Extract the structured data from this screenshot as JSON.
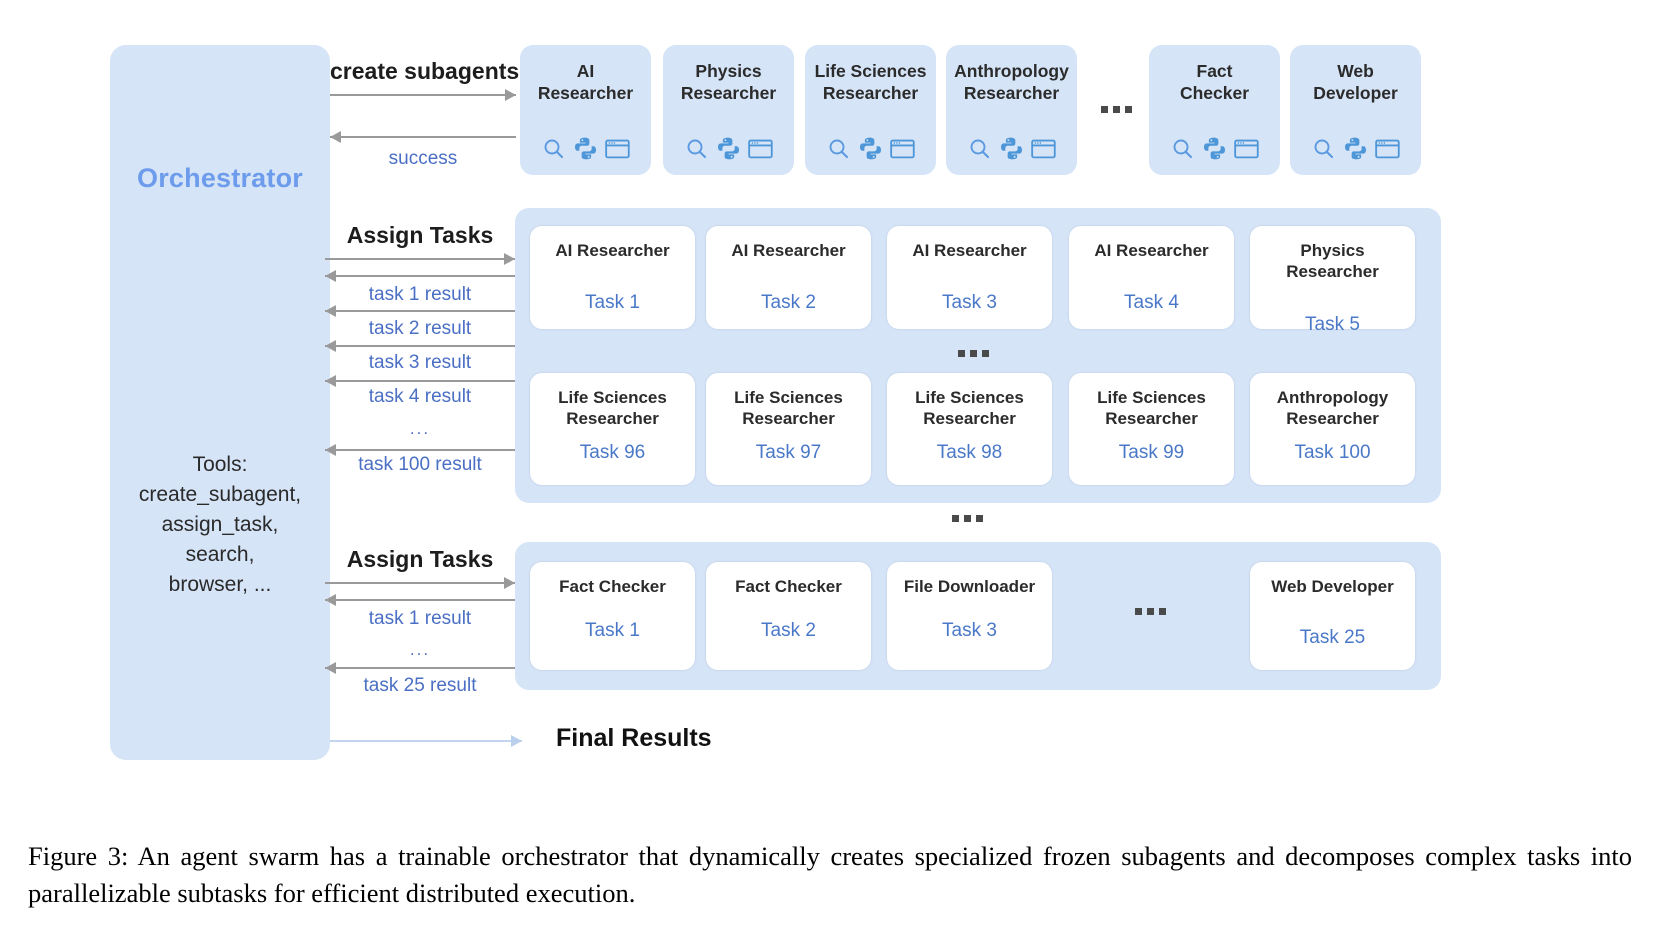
{
  "figure": {
    "caption": "Figure 3: An agent swarm has a trainable orchestrator that dynamically creates specialized frozen subagents and decomposes complex tasks into parallelizable subtasks for efficient distributed execution."
  },
  "colors": {
    "panel_blue": "#d6e4f7",
    "orchestrator_text": "#6c9ceb",
    "task_text_blue": "#4a78c8",
    "result_label_blue": "#4a6fc4",
    "arrow_gray": "#9a9a9a",
    "arrow_light_blue": "#b9cfec",
    "card_white": "#ffffff",
    "heading_black": "#1d1d1d"
  },
  "orchestrator": {
    "title": "Orchestrator",
    "tools_text": "Tools:\ncreate_subagent,\nassign_task,\nsearch,\nbrowser, ..."
  },
  "create_subagents": {
    "forward_label": "create subagents",
    "return_label": "success"
  },
  "subagents": [
    {
      "name": "AI\nResearcher",
      "icons": [
        "search-icon",
        "python-icon",
        "browser-icon"
      ]
    },
    {
      "name": "Physics\nResearcher",
      "icons": [
        "search-icon",
        "python-icon",
        "browser-icon"
      ]
    },
    {
      "name": "Life Sciences\nResearcher",
      "icons": [
        "search-icon",
        "python-icon",
        "browser-icon"
      ]
    },
    {
      "name": "Anthropology\nResearcher",
      "icons": [
        "search-icon",
        "python-icon",
        "browser-icon"
      ]
    },
    {
      "name": "Fact\nChecker",
      "icons": [
        "search-icon",
        "python-icon",
        "browser-icon"
      ]
    },
    {
      "name": "Web\nDeveloper",
      "icons": [
        "search-icon",
        "python-icon",
        "browser-icon"
      ]
    }
  ],
  "subagents_ellipsis": "...",
  "batch1": {
    "assign_label": "Assign Tasks",
    "result_labels": [
      "task 1 result",
      "task 2 result",
      "task 3 result",
      "task 4 result",
      "...",
      "task 100 result"
    ],
    "row1": [
      {
        "role": "AI Researcher",
        "task": "Task 1"
      },
      {
        "role": "AI Researcher",
        "task": "Task 2"
      },
      {
        "role": "AI Researcher",
        "task": "Task 3"
      },
      {
        "role": "AI Researcher",
        "task": "Task 4"
      },
      {
        "role": "Physics\nResearcher",
        "task": "Task 5"
      }
    ],
    "row_ellipsis": "...",
    "row2": [
      {
        "role": "Life Sciences\nResearcher",
        "task": "Task 96"
      },
      {
        "role": "Life Sciences\nResearcher",
        "task": "Task  97"
      },
      {
        "role": "Life Sciences\nResearcher",
        "task": "Task 98"
      },
      {
        "role": "Life Sciences\nResearcher",
        "task": "Task 99"
      },
      {
        "role": "Anthropology\nResearcher",
        "task": "Task 100"
      }
    ]
  },
  "between_batches_ellipsis": "...",
  "batch2": {
    "assign_label": "Assign Tasks",
    "result_labels": [
      "task 1 result",
      "...",
      "task 25 result"
    ],
    "row1": [
      {
        "role": "Fact Checker",
        "task": "Task 1"
      },
      {
        "role": "Fact Checker",
        "task": "Task 2"
      },
      {
        "role": "File Downloader",
        "task": "Task 3"
      },
      {
        "role": "Web Developer",
        "task": "Task 25"
      }
    ],
    "gap_ellipsis": "..."
  },
  "final": {
    "label": "Final Results"
  }
}
